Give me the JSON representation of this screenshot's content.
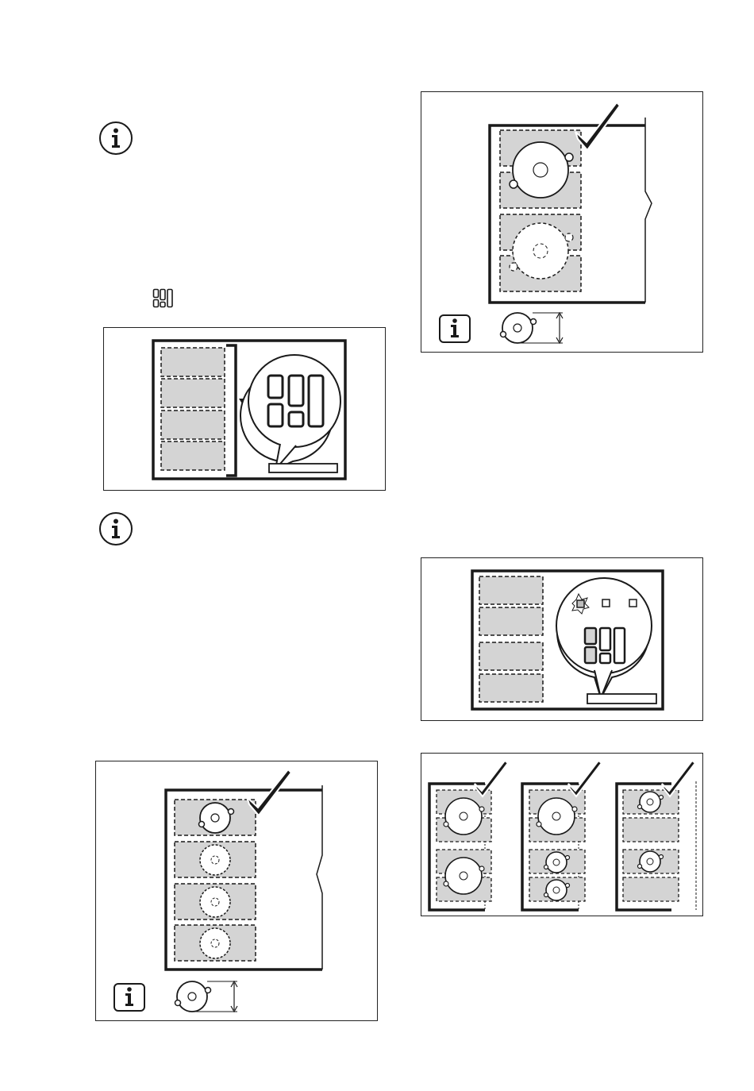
{
  "page": {
    "info_icons": [
      "info-icon",
      "info-icon"
    ],
    "inline_icon": "zone-layout-icon",
    "figures": [
      {
        "name": "figure-zone-bridge-selection",
        "icon": "curved-arrow-icon"
      },
      {
        "name": "figure-single-zone-pots",
        "icons": [
          "checkmark-icon",
          "info-icon",
          "pot-size-icon"
        ]
      },
      {
        "name": "figure-double-zone-pot",
        "icons": [
          "checkmark-icon",
          "info-icon",
          "pot-size-icon"
        ]
      },
      {
        "name": "figure-control-panel-selection",
        "icon": "blinking-indicator-icon"
      },
      {
        "name": "figure-pot-combinations",
        "icons": [
          "checkmark-icon",
          "checkmark-icon",
          "checkmark-icon"
        ]
      }
    ]
  },
  "colors": {
    "zone_fill": "#d4d4d4",
    "line": "#1a1a1a",
    "background": "#ffffff"
  }
}
